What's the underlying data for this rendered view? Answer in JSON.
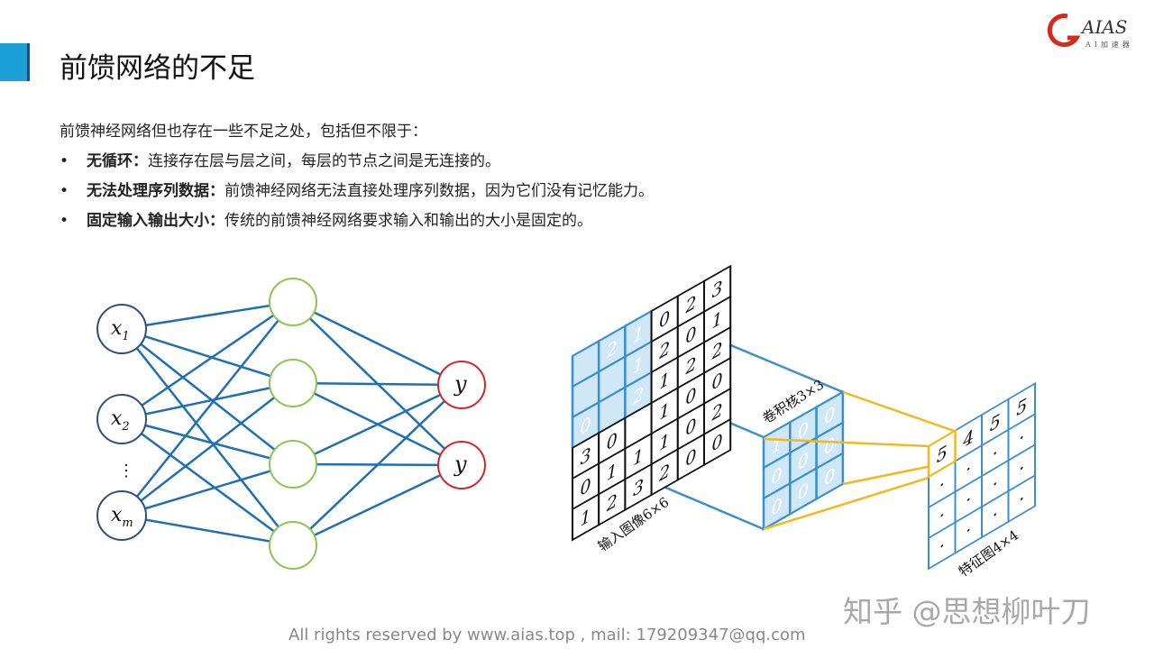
{
  "header": {
    "title": "前馈网络的不足"
  },
  "logo": {
    "text": "AIAS",
    "subtext": "AI加速器",
    "color": "#d52b1e"
  },
  "body": {
    "intro": "前馈神经网络但也存在一些不足之处，包括但不限于：",
    "bullets": [
      {
        "term": "无循环：",
        "text": "连接存在层与层之间，每层的节点之间是无连接的。"
      },
      {
        "term": "无法处理序列数据：",
        "text": "前馈神经网络无法直接处理序列数据，因为它们没有记忆能力。"
      },
      {
        "term": "固定输入输出大小：",
        "text": "传统的前馈神经网络要求输入和输出的大小是固定的。"
      }
    ]
  },
  "network": {
    "inputs": [
      "x1",
      "x2",
      "xm"
    ],
    "input_labels": [
      {
        "base": "x",
        "sub": "1"
      },
      {
        "base": "x",
        "sub": "2"
      },
      {
        "base": "x",
        "sub": "m"
      }
    ],
    "ellipsis": "⋮",
    "hidden_count": 4,
    "outputs": [
      "y",
      "y"
    ],
    "colors": {
      "edge": "#1f6fb5",
      "input": "#2e4f7f",
      "hidden": "#8cc64f",
      "output": "#d7262b"
    }
  },
  "convolution": {
    "input_label": "输入图像6×6",
    "input_grid": [
      [
        "",
        "2",
        "1",
        "0",
        "2",
        "3"
      ],
      [
        "",
        "",
        "1",
        "2",
        "0",
        "1"
      ],
      [
        "0",
        "",
        "2",
        "1",
        "2",
        "2"
      ],
      [
        "3",
        "0",
        "",
        "1",
        "0",
        "0"
      ],
      [
        "0",
        "1",
        "1",
        "1",
        "0",
        "2"
      ],
      [
        "1",
        "2",
        "3",
        "2",
        "0",
        "0"
      ]
    ],
    "kernel_label": "卷积核3×3",
    "kernel_grid": [
      [
        "1",
        "0",
        "0"
      ],
      [
        "0",
        "0",
        "0"
      ],
      [
        "0",
        "0",
        "0"
      ]
    ],
    "feature_label": "特征图4×4",
    "feature_grid": [
      [
        "5",
        "4",
        "5",
        "5"
      ],
      [
        "·",
        "·",
        "·",
        "·"
      ],
      [
        "·",
        "·",
        "·",
        "·"
      ],
      [
        "·",
        "·",
        "·",
        "·"
      ]
    ],
    "colors": {
      "highlight": "#3a8fd0",
      "fill": "#cfe7f7",
      "connector": "#f3b81b"
    }
  },
  "footer": {
    "text": "All rights reserved by www.aias.top , mail: 179209347@qq.com"
  },
  "watermark": {
    "text": "知乎 @思想柳叶刀"
  }
}
